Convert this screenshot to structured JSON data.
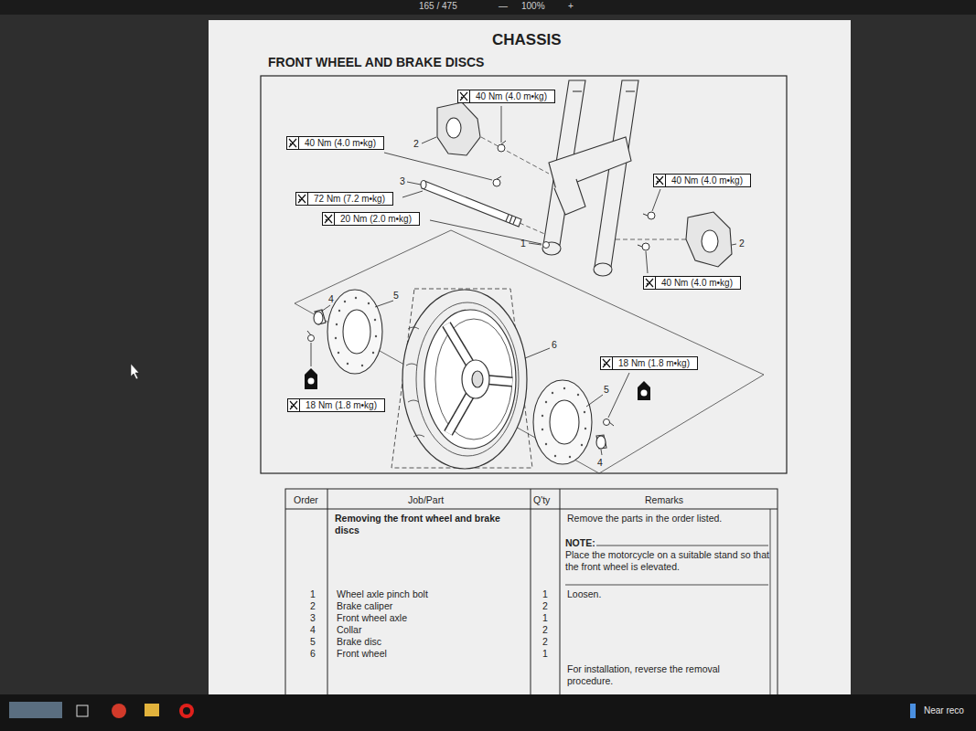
{
  "diagram": {
    "title": "CHASSIS",
    "nodes": [
      {
        "text": [
          "40 Nm (4.0 m•kg)"
        ]
      },
      {
        "text": [
          "40 Nm (4.0 m•kg)"
        ]
      },
      {
        "text": [
          "40 Nm (4.0 m•kg)"
        ]
      },
      {
        "text": [
          "72 Nm (7.2 m•kg)"
        ]
      },
      {
        "text": [
          "20 Nm (2.0 m•kg)"
        ]
      },
      {
        "text": [
          "40 Nm (4.0 m•kg)"
        ]
      },
      {
        "text": [
          "18 Nm (1.8 m•kg)"
        ]
      },
      {
        "text": [
          "18 Nm (1.8 m•kg)"
        ]
      }
    ],
    "labels": [
      "165 / 475",
      "—",
      "100%",
      "+",
      "FRONT WHEEL AND BRAKE DISCS",
      "2",
      "3",
      "1",
      "2",
      "4",
      "5",
      "6",
      "5",
      "4",
      "Order",
      "Job/Part",
      "Q'ty",
      "Remarks",
      "Removing the front wheel and brake discs",
      "Remove the parts in the order listed.",
      "NOTE:",
      "Place the motorcycle on a suitable stand so that the front wheel is elevated.",
      "1",
      "Wheel axle pinch bolt",
      "1",
      "Loosen.",
      "2",
      "Brake caliper",
      "2",
      "3",
      "Front wheel axle",
      "1",
      "4",
      "Collar",
      "2",
      "5",
      "Brake disc",
      "2",
      "6",
      "Front wheel",
      "1",
      "For installation, reverse the removal procedure.",
      "Near reco"
    ]
  }
}
